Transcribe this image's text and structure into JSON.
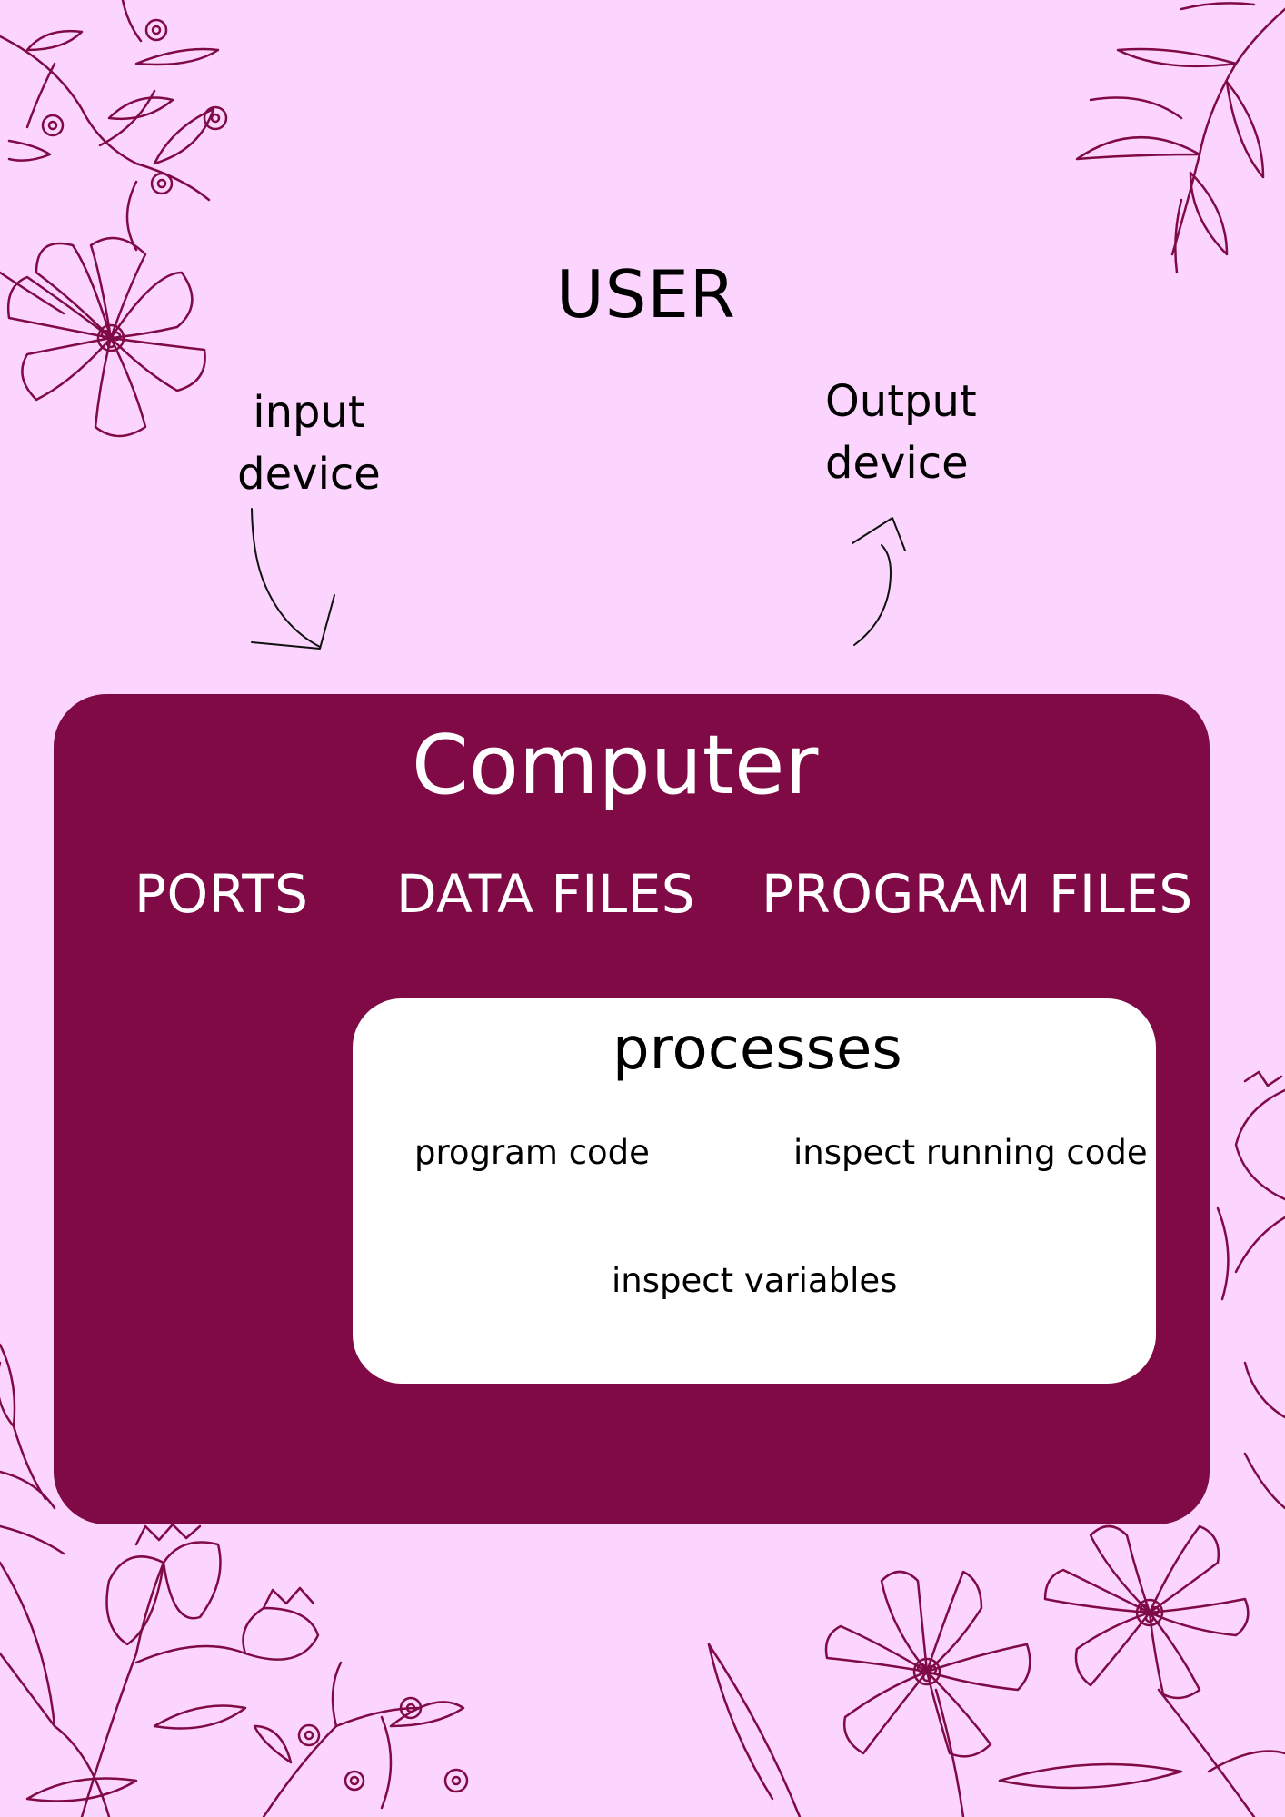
{
  "diagram": {
    "user": "USER",
    "input_device": "input device",
    "output_device": "Output device",
    "computer": {
      "title": "Computer",
      "items": [
        "PORTS",
        "DATA FILES",
        "PROGRAM FILES"
      ]
    },
    "processes": {
      "title": "processes",
      "items": [
        "program code",
        "inspect running code",
        "inspect variables"
      ]
    }
  },
  "colors": {
    "background": "#fbd5fd",
    "computer_box": "#7f0a46",
    "processes_box": "#ffffff",
    "decoration_stroke": "#7f0a46"
  },
  "icons": [
    "floral-decoration",
    "curved-arrow-down",
    "curved-arrow-up"
  ]
}
